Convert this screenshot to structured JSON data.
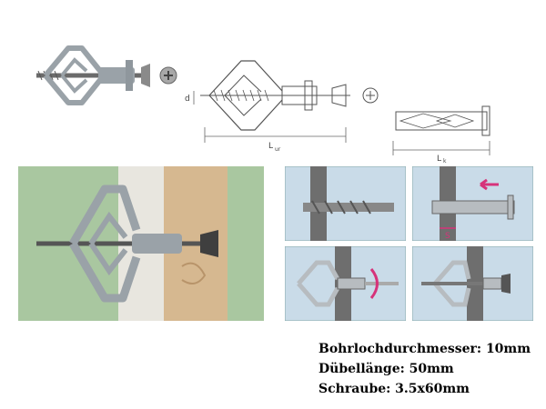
{
  "drawing": {
    "dim_diameter": "d",
    "dim_length_expanded": "L",
    "dim_length_expanded_sub": "ur",
    "dim_length_compact": "L",
    "dim_length_compact_sub": "k"
  },
  "steps": {
    "gap_label": "S"
  },
  "specs": {
    "bore_diameter": "Bohrlochdurchmesser: 10mm",
    "anchor_length": "Dübellänge: 50mm",
    "screw": "Schraube: 3.5x60mm"
  },
  "colors": {
    "anchor_gray": "#9aa2a8",
    "wall_green": "#a9c7a0",
    "wood": "#d6b890",
    "panel_blue": "#c9dbe8",
    "arrow_magenta": "#d6337a"
  }
}
